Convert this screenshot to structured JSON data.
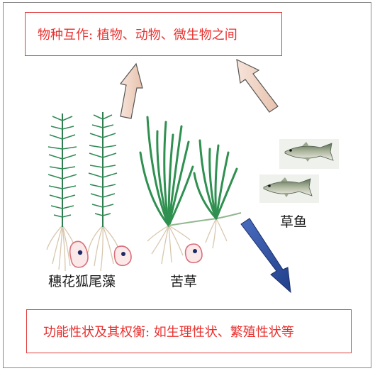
{
  "diagram": {
    "top_box": {
      "text": "物种互作: 植物、动物、微生物之间"
    },
    "bottom_box": {
      "text": "功能性状及其权衡: 如生理性状、繁殖性状等"
    },
    "plants": [
      {
        "id": "foxtail",
        "label": "穗花狐尾藻",
        "icon": "myriophyllum-plant-icon"
      },
      {
        "id": "kucao",
        "label": "苦草",
        "icon": "vallisneria-plant-icon"
      }
    ],
    "animal": {
      "label": "草鱼",
      "icon": "grass-carp-fish-icon"
    },
    "microbe_icon": "microbe-cell-icon",
    "colors": {
      "box_border": "#e0403f",
      "box_text": "#e8312f",
      "plant_green": "#2e8b57",
      "root": "#d9c8b0",
      "up_arrow_fill": "#f1d6c6",
      "down_arrow_fill": "#3556a8"
    }
  }
}
